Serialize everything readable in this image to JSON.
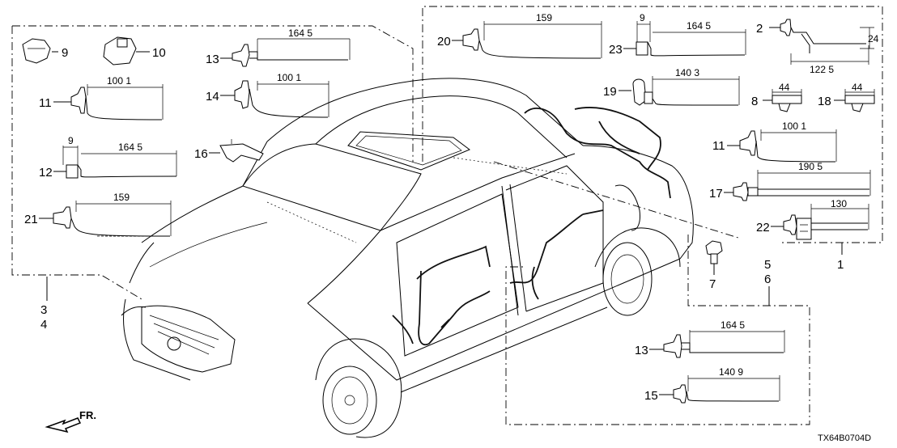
{
  "diagram_code": "TX64B0704D",
  "direction_label": "FR.",
  "callouts": {
    "n1": "1",
    "n2": "2",
    "n3": "3",
    "n4": "4",
    "n5": "5",
    "n6": "6",
    "n7": "7",
    "n8": "8",
    "n9": "9",
    "n10": "10",
    "n11a": "11",
    "n11b": "11",
    "n12": "12",
    "n13a": "13",
    "n13b": "13",
    "n14": "14",
    "n15": "15",
    "n16": "16",
    "n17": "17",
    "n18": "18",
    "n19": "19",
    "n20": "20",
    "n21": "21",
    "n22": "22",
    "n23": "23"
  },
  "dimensions": {
    "d13a": "164 5",
    "d11a": "100 1",
    "d14": "100 1",
    "d12w": "9",
    "d12": "164 5",
    "d21": "159",
    "d20": "159",
    "d23w": "9",
    "d23": "164 5",
    "d2h": "24",
    "d2": "122 5",
    "d19": "140 3",
    "d8": "44",
    "d18": "44",
    "d11b": "100 1",
    "d17": "190 5",
    "d22": "130",
    "d13b": "164 5",
    "d15": "140 9"
  }
}
